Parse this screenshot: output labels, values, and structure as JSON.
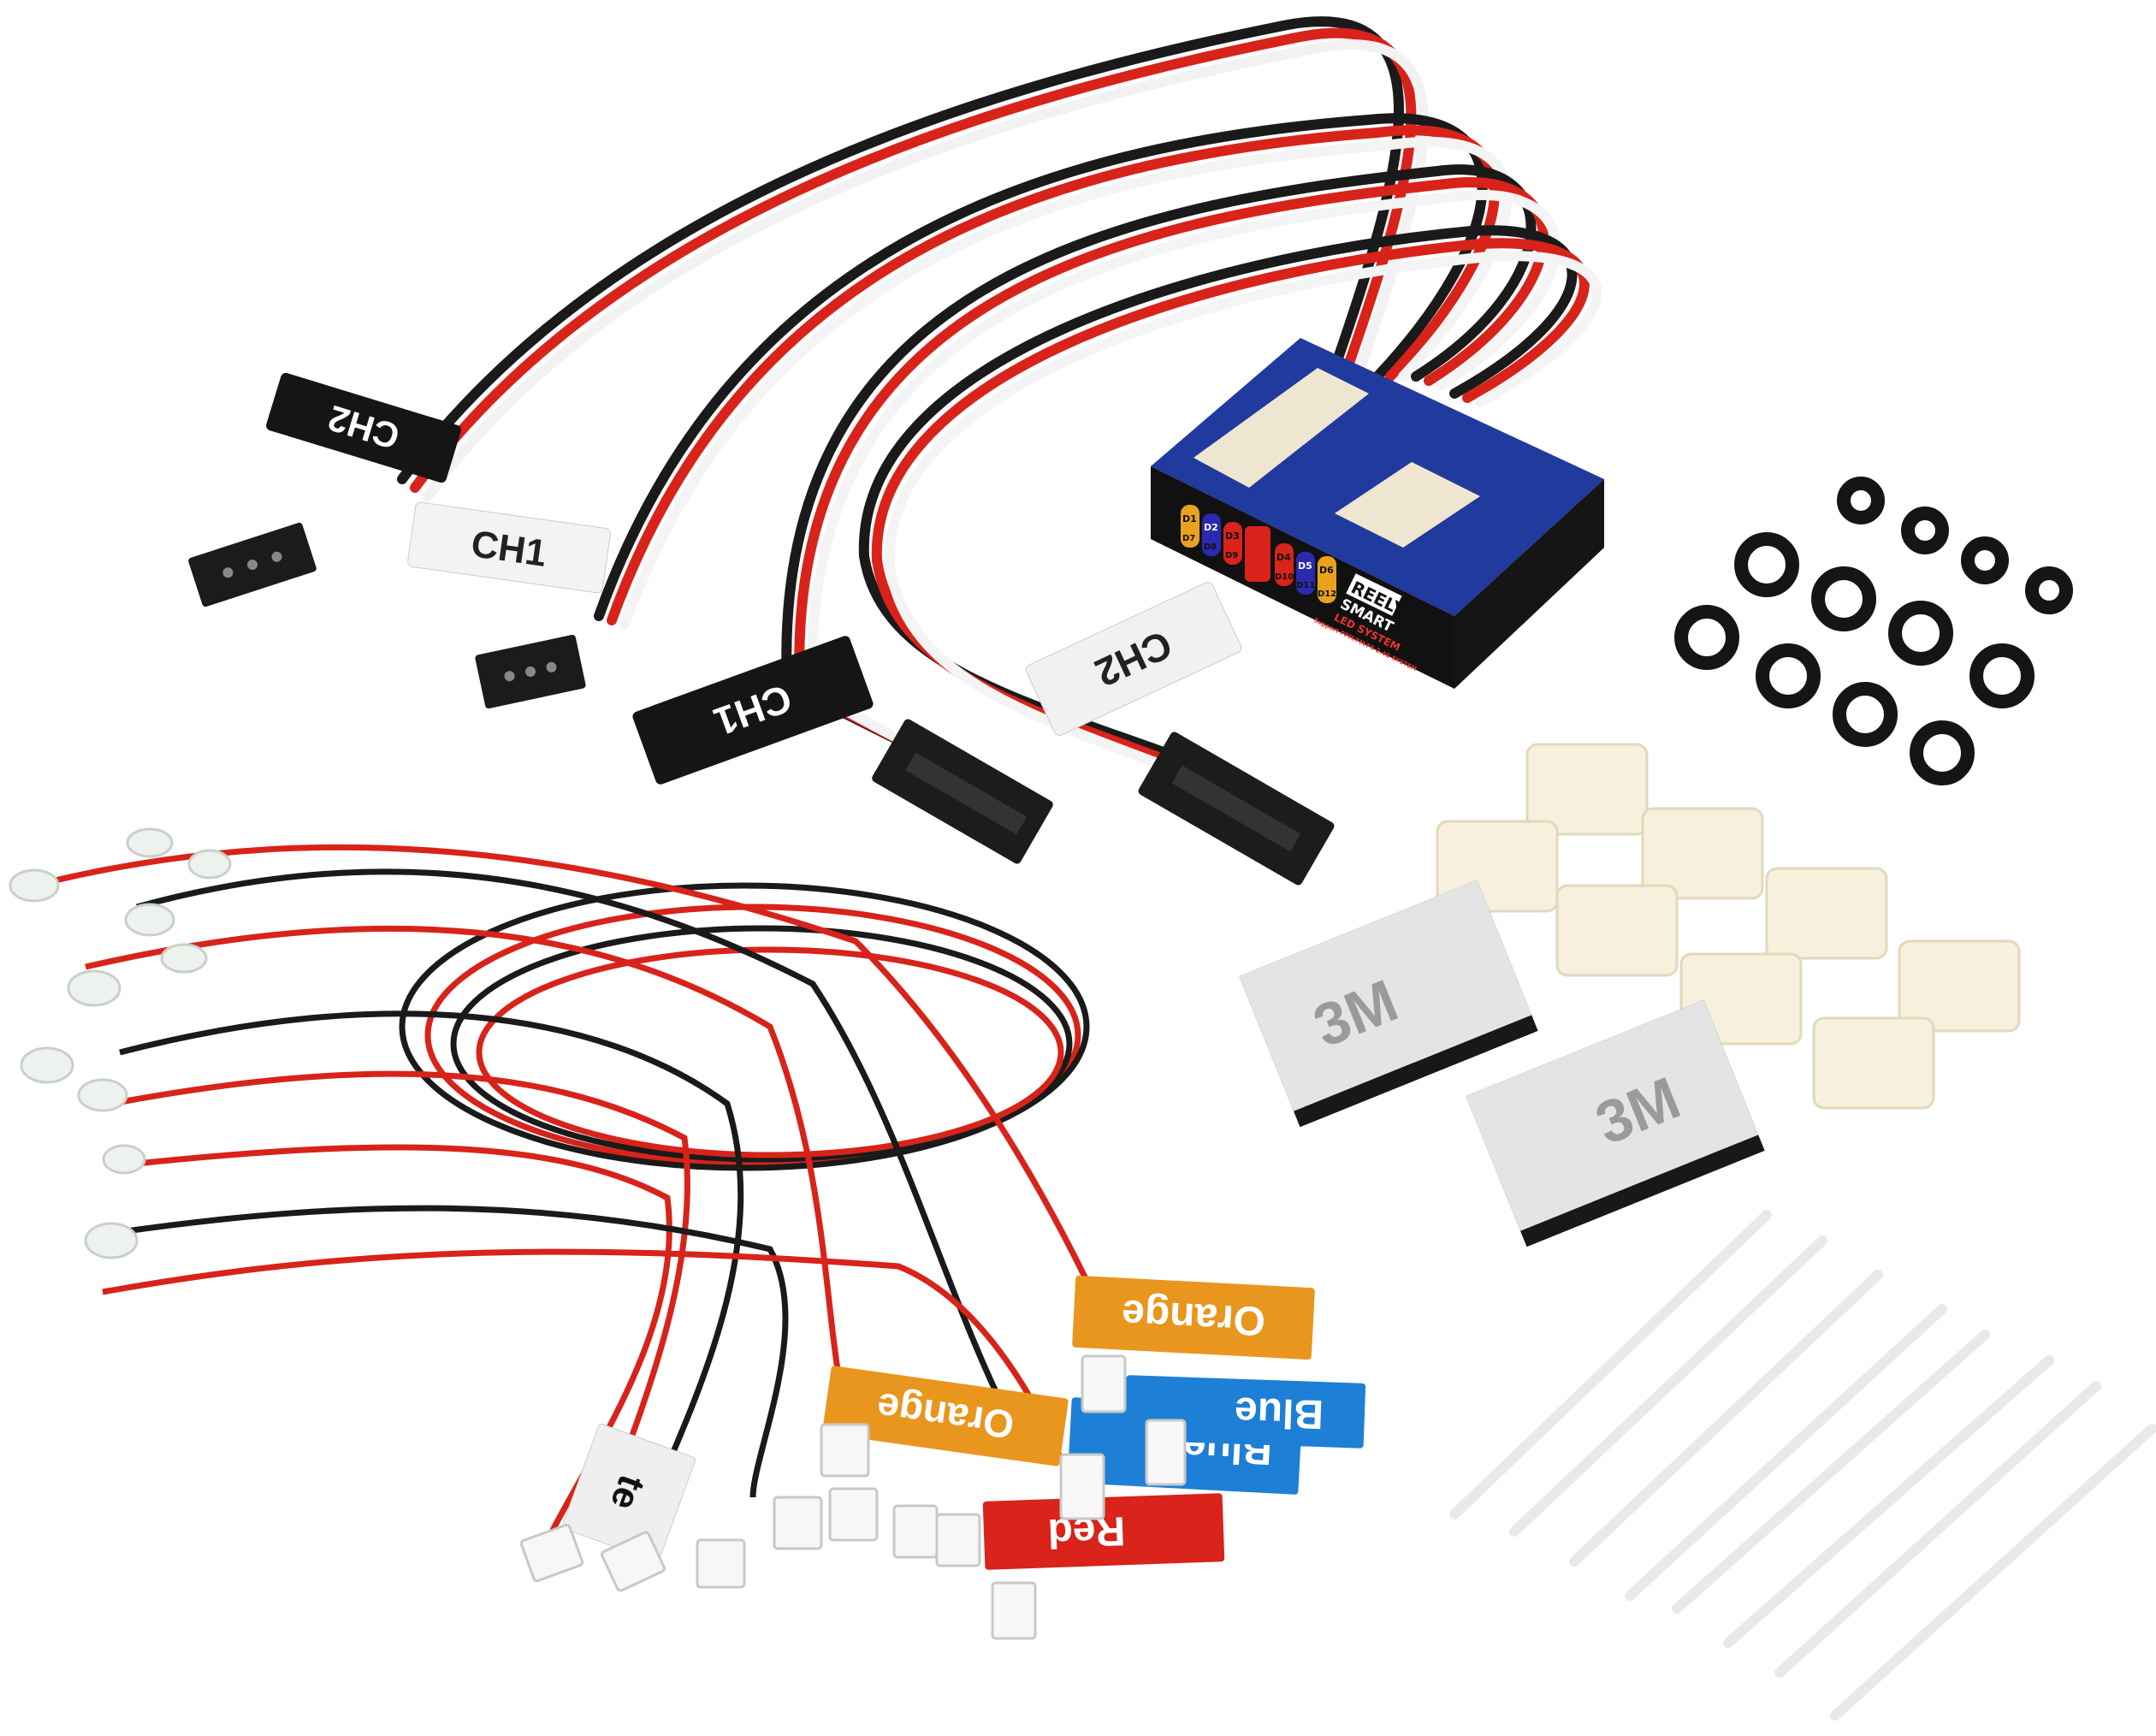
{
  "product": {
    "brand": "REELY",
    "line": "SMART",
    "system": "LED SYSTEM",
    "support": "Support PPM/FM/FS 2.4G SYSTEM",
    "leds_top": [
      "D1",
      "D2",
      "D3",
      "D4",
      "D5",
      "D6"
    ],
    "leds_bottom": [
      "D7",
      "D8",
      "D9",
      "D10",
      "D11",
      "D12"
    ]
  },
  "cable_tags": {
    "ch2_black": "CH2",
    "ch1_white": "CH1",
    "ch1_black": "CH1",
    "ch2_white": "CH2"
  },
  "pads": {
    "logo": "3M"
  },
  "led_tags": {
    "orange_top": "Orange",
    "blue_top": "Blue",
    "blue_second": "Blue",
    "orange_second": "Orange",
    "red": "Red",
    "white_partial": "te"
  },
  "colors": {
    "box_blue": "#1c2f8c",
    "box_black": "#111111",
    "wire_red": "#d8231a",
    "wire_black": "#1a1a1a",
    "tag_orange": "#e8961e",
    "tag_blue": "#1d7fd6",
    "tag_red": "#d9231b",
    "clip_cream": "#f6f0dc"
  }
}
